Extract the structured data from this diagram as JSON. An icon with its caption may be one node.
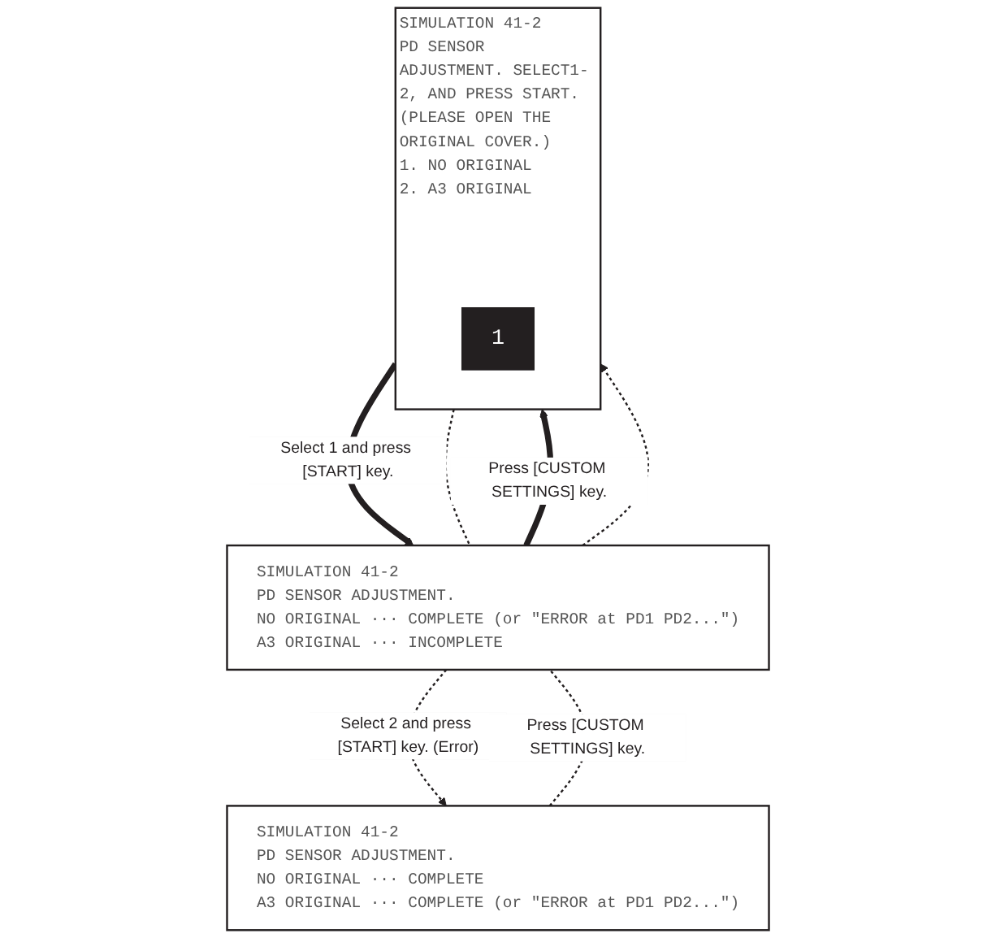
{
  "diagram": {
    "nodes": [
      {
        "text": [
          "SIMULATION 41-2",
          "PD SENSOR ADJUSTMENT. SELECT1-2, AND PRESS START.",
          "(PLEASE OPEN THE ORIGINAL COVER.)",
          "1. NO ORIGINAL",
          "2. A3 ORIGINAL"
        ]
      },
      {
        "text": [
          "1"
        ],
        "in": 0
      },
      {
        "text": [
          "SIMULATION 41-2",
          "PD SENSOR ADJUSTMENT.",
          "NO ORIGINAL ··· COMPLETE (or \"ERROR at PD1 PD2...\")",
          "A3 ORIGINAL ··· INCOMPLETE"
        ]
      },
      {
        "text": [
          "SIMULATION 41-2",
          "PD SENSOR ADJUSTMENT.",
          "NO ORIGINAL ··· COMPLETE",
          "A3 ORIGINAL ··· COMPLETE (or \"ERROR at PD1 PD2...\")"
        ]
      }
    ],
    "edges": [
      {
        "from": 0,
        "to": 2,
        "arrow": "to",
        "style": "thick",
        "label": "Select 1 and press [START] key."
      },
      {
        "from": 2,
        "to": 0,
        "arrow": "to",
        "style": "thick",
        "label": "Press [CUSTOM SETTINGS] key."
      },
      {
        "from": 0,
        "to": 2,
        "arrow": "none",
        "style": "dashed"
      },
      {
        "from": 2,
        "to": 0,
        "arrow": "to",
        "style": "dashed"
      },
      {
        "from": 2,
        "to": 3,
        "arrow": "to",
        "style": "dashed",
        "label": "Select 2 and press [START] key. (Error)"
      },
      {
        "from": 3,
        "to": 2,
        "arrow": "none",
        "style": "dashed",
        "label": "Press [CUSTOM SETTINGS] key."
      }
    ]
  }
}
